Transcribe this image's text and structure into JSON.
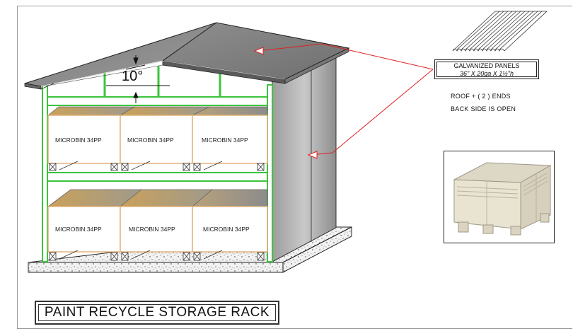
{
  "title": "PAINT RECYCLE STORAGE RACK",
  "angle_label": "10°",
  "bins": {
    "upper": [
      "MICROBIN 34PP",
      "MICROBIN 34PP",
      "MICROBIN 34PP"
    ],
    "lower": [
      "MICROBIN 34PP",
      "MICROBIN 34PP",
      "MICROBIN 34PP"
    ]
  },
  "callout": {
    "line1": "GALVANIZED PANELS",
    "line2": "36\" X 20ga X 1½\"h"
  },
  "notes": [
    "ROOF + ( 2 ) ENDS",
    "BACK SIDE IS OPEN"
  ],
  "photo": {
    "name": "microbin-photo"
  },
  "colors": {
    "frame_green": "#3cc43c",
    "callout_red": "#e02020",
    "roof_gray": "#8a8a8a",
    "bin_top": "#c8a35a"
  }
}
